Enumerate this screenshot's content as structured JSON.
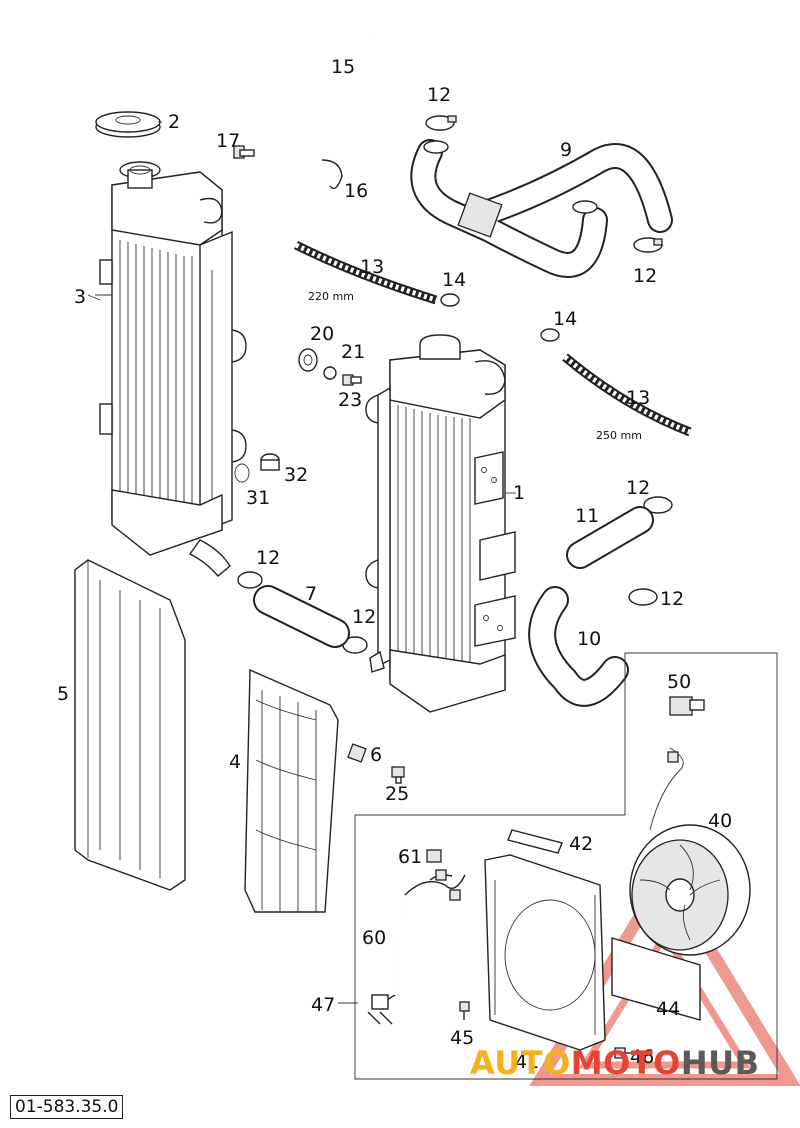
{
  "labels": {
    "p1": "1",
    "p2": "2",
    "p3": "3",
    "p4": "4",
    "p5": "5",
    "p6": "6",
    "p7": "7",
    "p9": "9",
    "p10": "10",
    "p11": "11",
    "p12a": "12",
    "p12b": "12",
    "p12c": "12",
    "p12d": "12",
    "p12e": "12",
    "p12f": "12",
    "p13a": "13",
    "p13b": "13",
    "p14a": "14",
    "p14b": "14",
    "p15": "15",
    "p16": "16",
    "p17": "17",
    "p20": "20",
    "p21": "21",
    "p23": "23",
    "p25": "25",
    "p31": "31",
    "p32": "32",
    "p40": "40",
    "p41": "41",
    "p42": "42",
    "p44": "44",
    "p45": "45",
    "p46": "46",
    "p47": "47",
    "p50": "50",
    "p60": "60",
    "p61": "61"
  },
  "hose_lengths": {
    "hose_13_left": "220 mm",
    "hose_13_right": "250 mm"
  },
  "reference_number": "01-583.35.0",
  "watermark": {
    "part1": "AUTO",
    "part2": "MOTO",
    "part3": "HUB",
    "colors": {
      "auto": "#f3b21a",
      "moto": "#e34434",
      "hub": "#5a5a5a"
    }
  }
}
